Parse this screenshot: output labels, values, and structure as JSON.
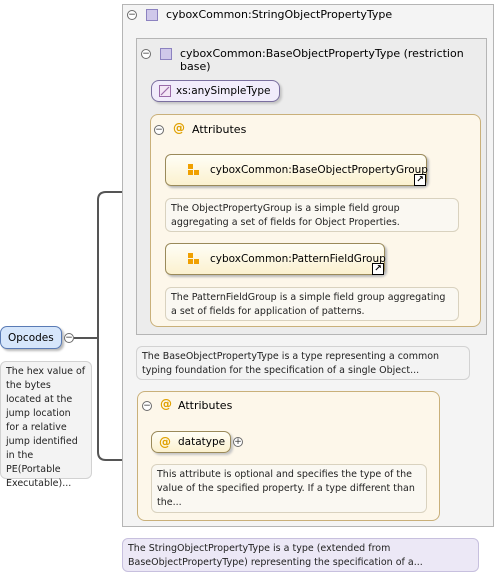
{
  "root_type": {
    "name": "cyboxCommon:StringObjectPropertyType",
    "doc": "The StringObjectPropertyType is a type (extended from BaseObjectPropertyType) representing the specification of a..."
  },
  "base_type": {
    "name": "cyboxCommon:BaseObjectPropertyType (restriction base)",
    "simple_type": "xs:anySimpleType",
    "doc": "The BaseObjectPropertyType is a type representing a common typing foundation for the specification of a single Object..."
  },
  "base_attributes": {
    "label": "Attributes",
    "groups": [
      {
        "name": "cyboxCommon:BaseObjectPropertyGroup",
        "doc": "The ObjectPropertyGroup is a simple field group aggregating a set of fields for Object Properties."
      },
      {
        "name": "cyboxCommon:PatternFieldGroup",
        "doc": "The PatternFieldGroup is a simple field group aggregating a set of fields for application of patterns."
      }
    ]
  },
  "string_attributes": {
    "label": "Attributes",
    "attribute": {
      "name": "datatype",
      "doc": "This attribute is optional and specifies the type of the value of the specified property. If a type different than the..."
    }
  },
  "element": {
    "name": "Opcodes",
    "doc": "The hex value of the bytes located at the jump location for a relative jump identified in the PE(Portable Executable)..."
  },
  "symbols": {
    "collapse": "−",
    "expand": "+",
    "attr_marker": "@",
    "link": "↗"
  },
  "colors": {
    "element_fill": "#d6e6fb",
    "element_border": "#5a7bb5",
    "group_icon": "#f0a000",
    "attr_marker": "#e0a000"
  }
}
